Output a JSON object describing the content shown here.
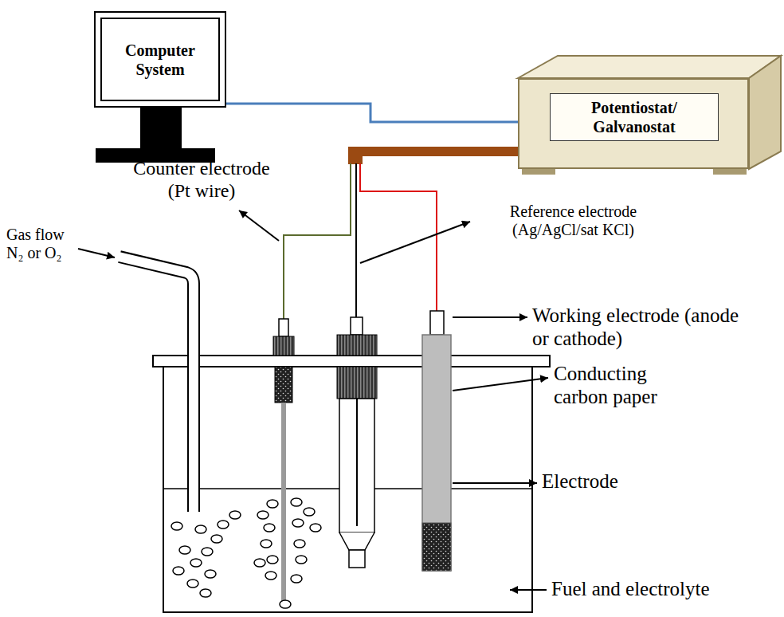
{
  "diagram": {
    "nodes": [
      {
        "text": [
          "Computer System"
        ]
      },
      {
        "text": [
          "Potentiostat/ Galvanostat"
        ]
      }
    ],
    "edges": [
      {
        "from": 0,
        "to": 1,
        "arrow": "none"
      }
    ],
    "labels": [
      "Counter electrode (Pt wire)",
      "Gas flow N₂ or O₂",
      "Reference electrode (Ag/AgCl/sat KCl)",
      "Working electrode (anode or cathode)",
      "Conducting carbon paper",
      "Electrode",
      "Fuel and electrolyte"
    ]
  }
}
